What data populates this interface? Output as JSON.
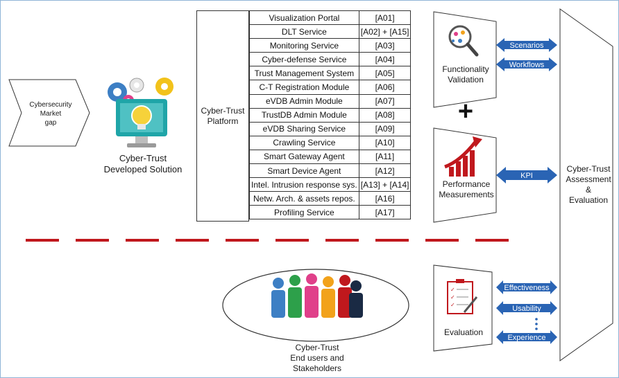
{
  "market_gap": {
    "label": "Cybersecurity\nMarket\ngap"
  },
  "developed_solution": {
    "label": "Cyber-Trust\nDeveloped Solution"
  },
  "platform": {
    "label": "Cyber-Trust\nPlatform"
  },
  "services": [
    {
      "name": "Visualization Portal",
      "code": "[A01]"
    },
    {
      "name": "DLT Service",
      "code": "[A02] + [A15]"
    },
    {
      "name": "Monitoring Service",
      "code": "[A03]"
    },
    {
      "name": "Cyber-defense Service",
      "code": "[A04]"
    },
    {
      "name": "Trust Management System",
      "code": "[A05]"
    },
    {
      "name": "C-T Registration Module",
      "code": "[A06]"
    },
    {
      "name": "eVDB Admin Module",
      "code": "[A07]"
    },
    {
      "name": "TrustDB Admin Module",
      "code": "[A08]"
    },
    {
      "name": "eVDB Sharing Service",
      "code": "[A09]"
    },
    {
      "name": "Crawling Service",
      "code": "[A10]"
    },
    {
      "name": "Smart Gateway Agent",
      "code": "[A11]"
    },
    {
      "name": "Smart Device Agent",
      "code": "[A12]"
    },
    {
      "name": "Intel. Intrusion response sys.",
      "code": "[A13] + [A14]"
    },
    {
      "name": "Netw. Arch. & assets repos.",
      "code": "[A16]"
    },
    {
      "name": "Profiling Service",
      "code": "[A17]"
    }
  ],
  "functionality": {
    "label": "Functionality\nValidation"
  },
  "plus_sign": "+",
  "performance": {
    "label": "Performance\nMeasurements"
  },
  "evaluation": {
    "label": "Evaluation"
  },
  "assessment": {
    "label": "Cyber-Trust\nAssessment\n&\nEvaluation"
  },
  "arrows": {
    "scenarios": "Scenarios",
    "workflows": "Workflows",
    "kpi": "KPI",
    "effectiveness": "Effectiveness",
    "usability": "Usability",
    "experience": "Experience"
  },
  "stakeholders": {
    "label": "Cyber-Trust\nEnd users and\nStakeholders"
  },
  "colors": {
    "arrow_blue": "#2a64b4",
    "dash_red": "#c0181d",
    "border": "#333333",
    "gear_blue": "#3d7fc4",
    "gear_yellow": "#f2c21b",
    "gear_pink": "#e0408a"
  }
}
